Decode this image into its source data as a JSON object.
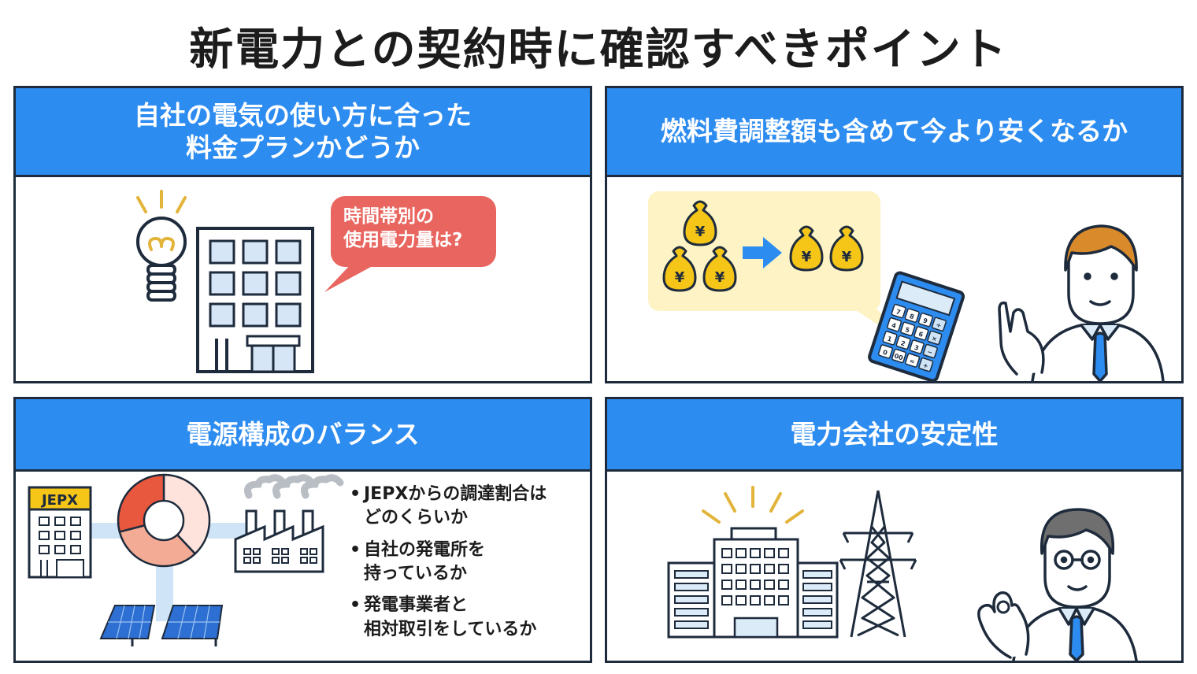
{
  "title": "新電力との契約時に確認すべきポイント",
  "colors": {
    "header_blue": "#2d8cf0",
    "outline_navy": "#1e2b3c",
    "bubble_red": "#e8665f",
    "money_yellow": "#f5c518",
    "callout_cream": "#fdf3c4",
    "pie_dark": "#e8583e",
    "pie_mid": "#f4ab95",
    "pie_light": "#fde3dc",
    "connector_blue": "#cfe4f7"
  },
  "panels": [
    {
      "id": "usage",
      "header_lines": [
        "自社の電気の使い方に合った",
        "料金プランかどうか"
      ],
      "bubble_lines": [
        "時間帯別の",
        "使用電力量は?"
      ],
      "icons": [
        "light-bulb-icon",
        "office-building-icon",
        "speech-bubble-icon"
      ]
    },
    {
      "id": "fuel-cost",
      "header_lines": [
        "燃料費調整額も含めて今より安くなるか"
      ],
      "money_symbol": "¥",
      "calculator_keys": [
        "7",
        "8",
        "9",
        "÷",
        "4",
        "5",
        "6",
        "×",
        "1",
        "2",
        "3",
        "−",
        "0",
        "00",
        "=",
        "+"
      ],
      "icons": [
        "money-bag-icon",
        "arrow-right-icon",
        "calculator-icon",
        "businessman-pointing-icon"
      ]
    },
    {
      "id": "power-mix",
      "header_lines": [
        "電源構成のバランス"
      ],
      "jepx_label": "JEPX",
      "bullets": [
        [
          "JEPXからの調達割合は",
          "どのくらいか"
        ],
        [
          "自社の発電所を",
          "持っているか"
        ],
        [
          "発電事業者と",
          "相対取引をしているか"
        ]
      ],
      "pie": {
        "values": [
          38,
          33,
          29
        ]
      },
      "icons": [
        "jepx-building-icon",
        "donut-chart-icon",
        "factory-icon",
        "solar-panel-icon"
      ]
    },
    {
      "id": "stability",
      "header_lines": [
        "電力会社の安定性"
      ],
      "icons": [
        "company-buildings-icon",
        "transmission-tower-icon",
        "businessman-ok-icon"
      ]
    }
  ]
}
